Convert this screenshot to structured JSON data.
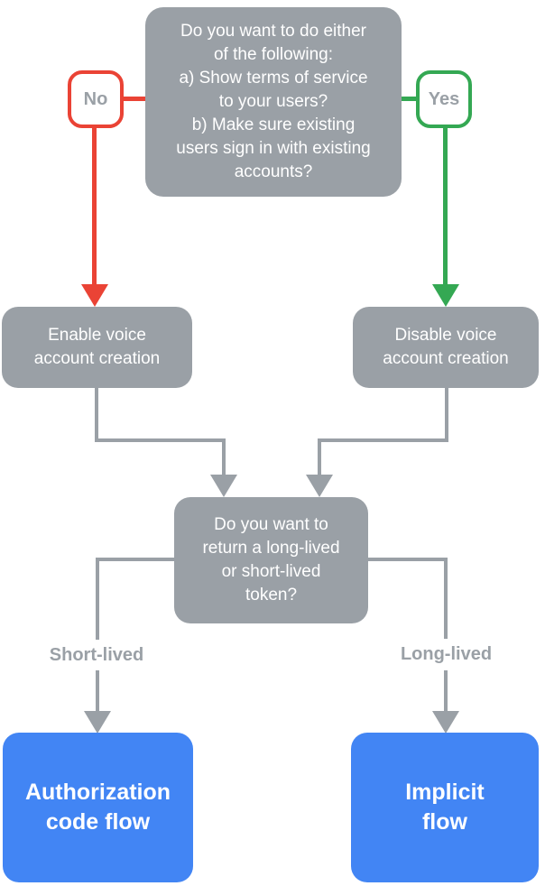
{
  "colors": {
    "gray": "#9AA0A6",
    "red": "#EA4335",
    "green": "#34A853",
    "blue": "#4285F4",
    "white": "#FFFFFF"
  },
  "nodes": {
    "top_question": {
      "text": "Do you want to do either\nof the following:\na) Show terms of service\nto your users?\nb) Make sure existing\nusers sign in with existing\naccounts?"
    },
    "no_badge": {
      "label": "No"
    },
    "yes_badge": {
      "label": "Yes"
    },
    "enable_box": {
      "text": "Enable voice\naccount creation"
    },
    "disable_box": {
      "text": "Disable voice\naccount creation"
    },
    "token_question": {
      "text": "Do you want to\nreturn a long-lived\nor short-lived\ntoken?"
    },
    "short_lived_label": {
      "text": "Short-lived"
    },
    "long_lived_label": {
      "text": "Long-lived"
    },
    "auth_code_box": {
      "text": "Authorization\ncode flow"
    },
    "implicit_box": {
      "text": "Implicit\nflow"
    }
  }
}
